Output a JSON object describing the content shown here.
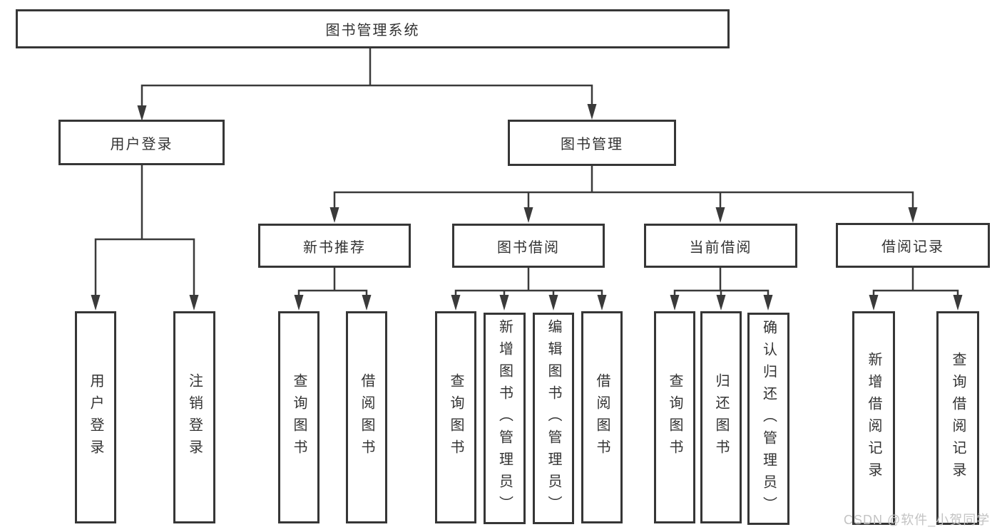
{
  "diagram": {
    "root": {
      "label": "图书管理系统"
    },
    "branches": [
      {
        "label": "用户登录",
        "children": [
          {
            "label": "用户登录"
          },
          {
            "label": "注销登录"
          }
        ]
      },
      {
        "label": "图书管理",
        "sections": [
          {
            "label": "新书推荐",
            "children": [
              {
                "label": "查询图书"
              },
              {
                "label": "借阅图书"
              }
            ]
          },
          {
            "label": "图书借阅",
            "children": [
              {
                "label": "查询图书"
              },
              {
                "label": "新增图书（管理员）"
              },
              {
                "label": "编辑图书（管理员）"
              },
              {
                "label": "借阅图书"
              }
            ]
          },
          {
            "label": "当前借阅",
            "children": [
              {
                "label": "查询图书"
              },
              {
                "label": "归还图书"
              },
              {
                "label": "确认归还（管理员）"
              }
            ]
          },
          {
            "label": "借阅记录",
            "children": [
              {
                "label": "新增借阅记录"
              },
              {
                "label": "查询借阅记录"
              }
            ]
          }
        ]
      }
    ]
  },
  "watermark": {
    "text": "CSDN @软件_小贺同学"
  },
  "colors": {
    "line": "#3a3a3a",
    "box_border": "#363636",
    "text": "#333333",
    "watermark": "#c3c3c3",
    "background": "#ffffff"
  }
}
